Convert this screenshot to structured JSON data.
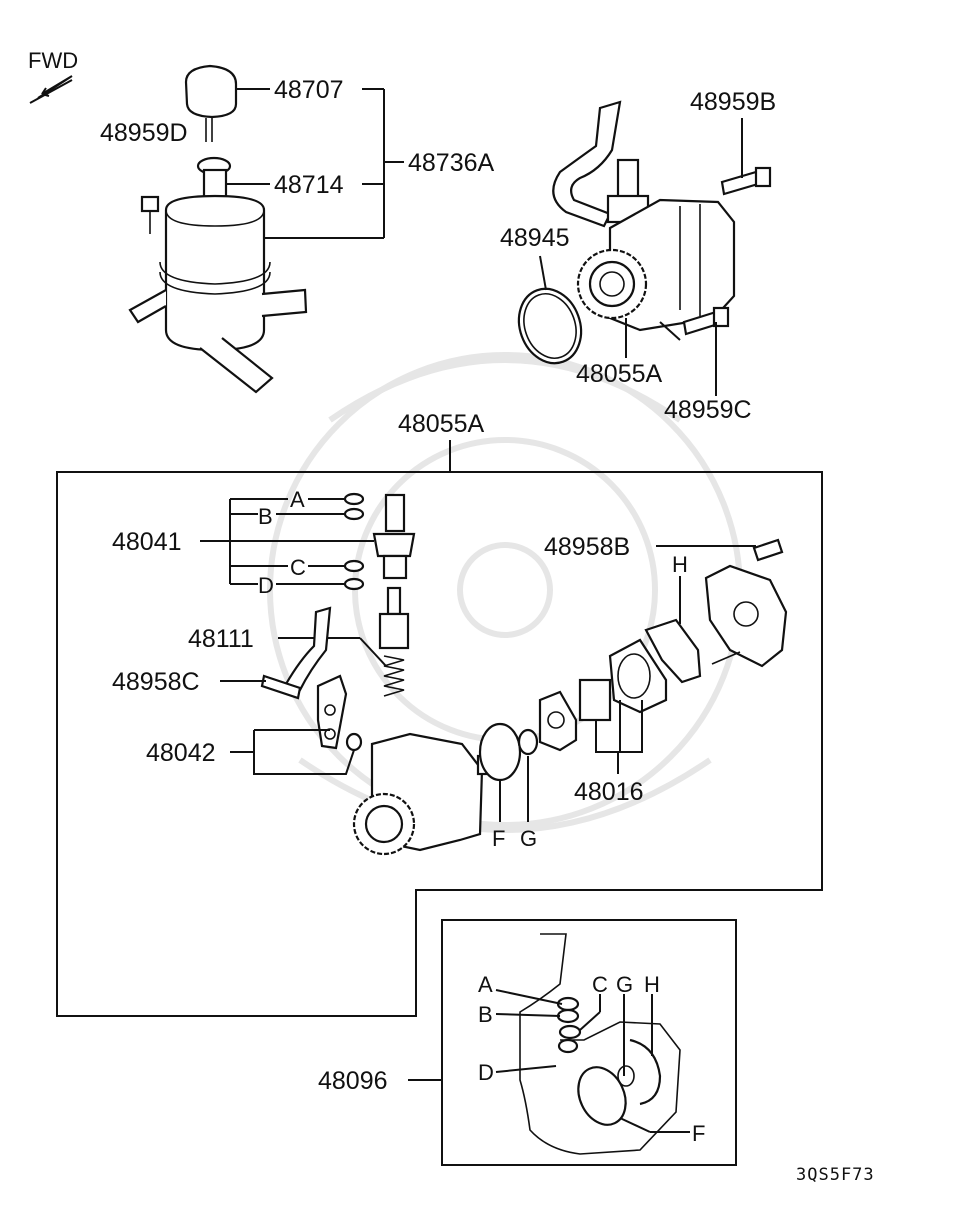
{
  "diagram": {
    "direction_label": "FWD",
    "drawing_code": "3QS5F73",
    "part_numbers": {
      "reservoir_cap": "48707",
      "reservoir_strainer": "48714",
      "reservoir_assy": "48736A",
      "reservoir_bolt": "48959D",
      "pump_bolt_upper": "48959B",
      "pump_oring": "48945",
      "pump_assy_top": "48055A",
      "pump_bolt_lower": "48959C",
      "pump_assy_box": "48055A",
      "connector": "48041",
      "valve": "48111",
      "bracket_bolt": "48958C",
      "bracket": "48042",
      "cover_bolt": "48958B",
      "cartridge_kit": "48016",
      "seal_kit": "48096"
    },
    "letters": {
      "a": "A",
      "b": "B",
      "c": "C",
      "d": "D",
      "f": "F",
      "g": "G",
      "h": "H"
    }
  }
}
